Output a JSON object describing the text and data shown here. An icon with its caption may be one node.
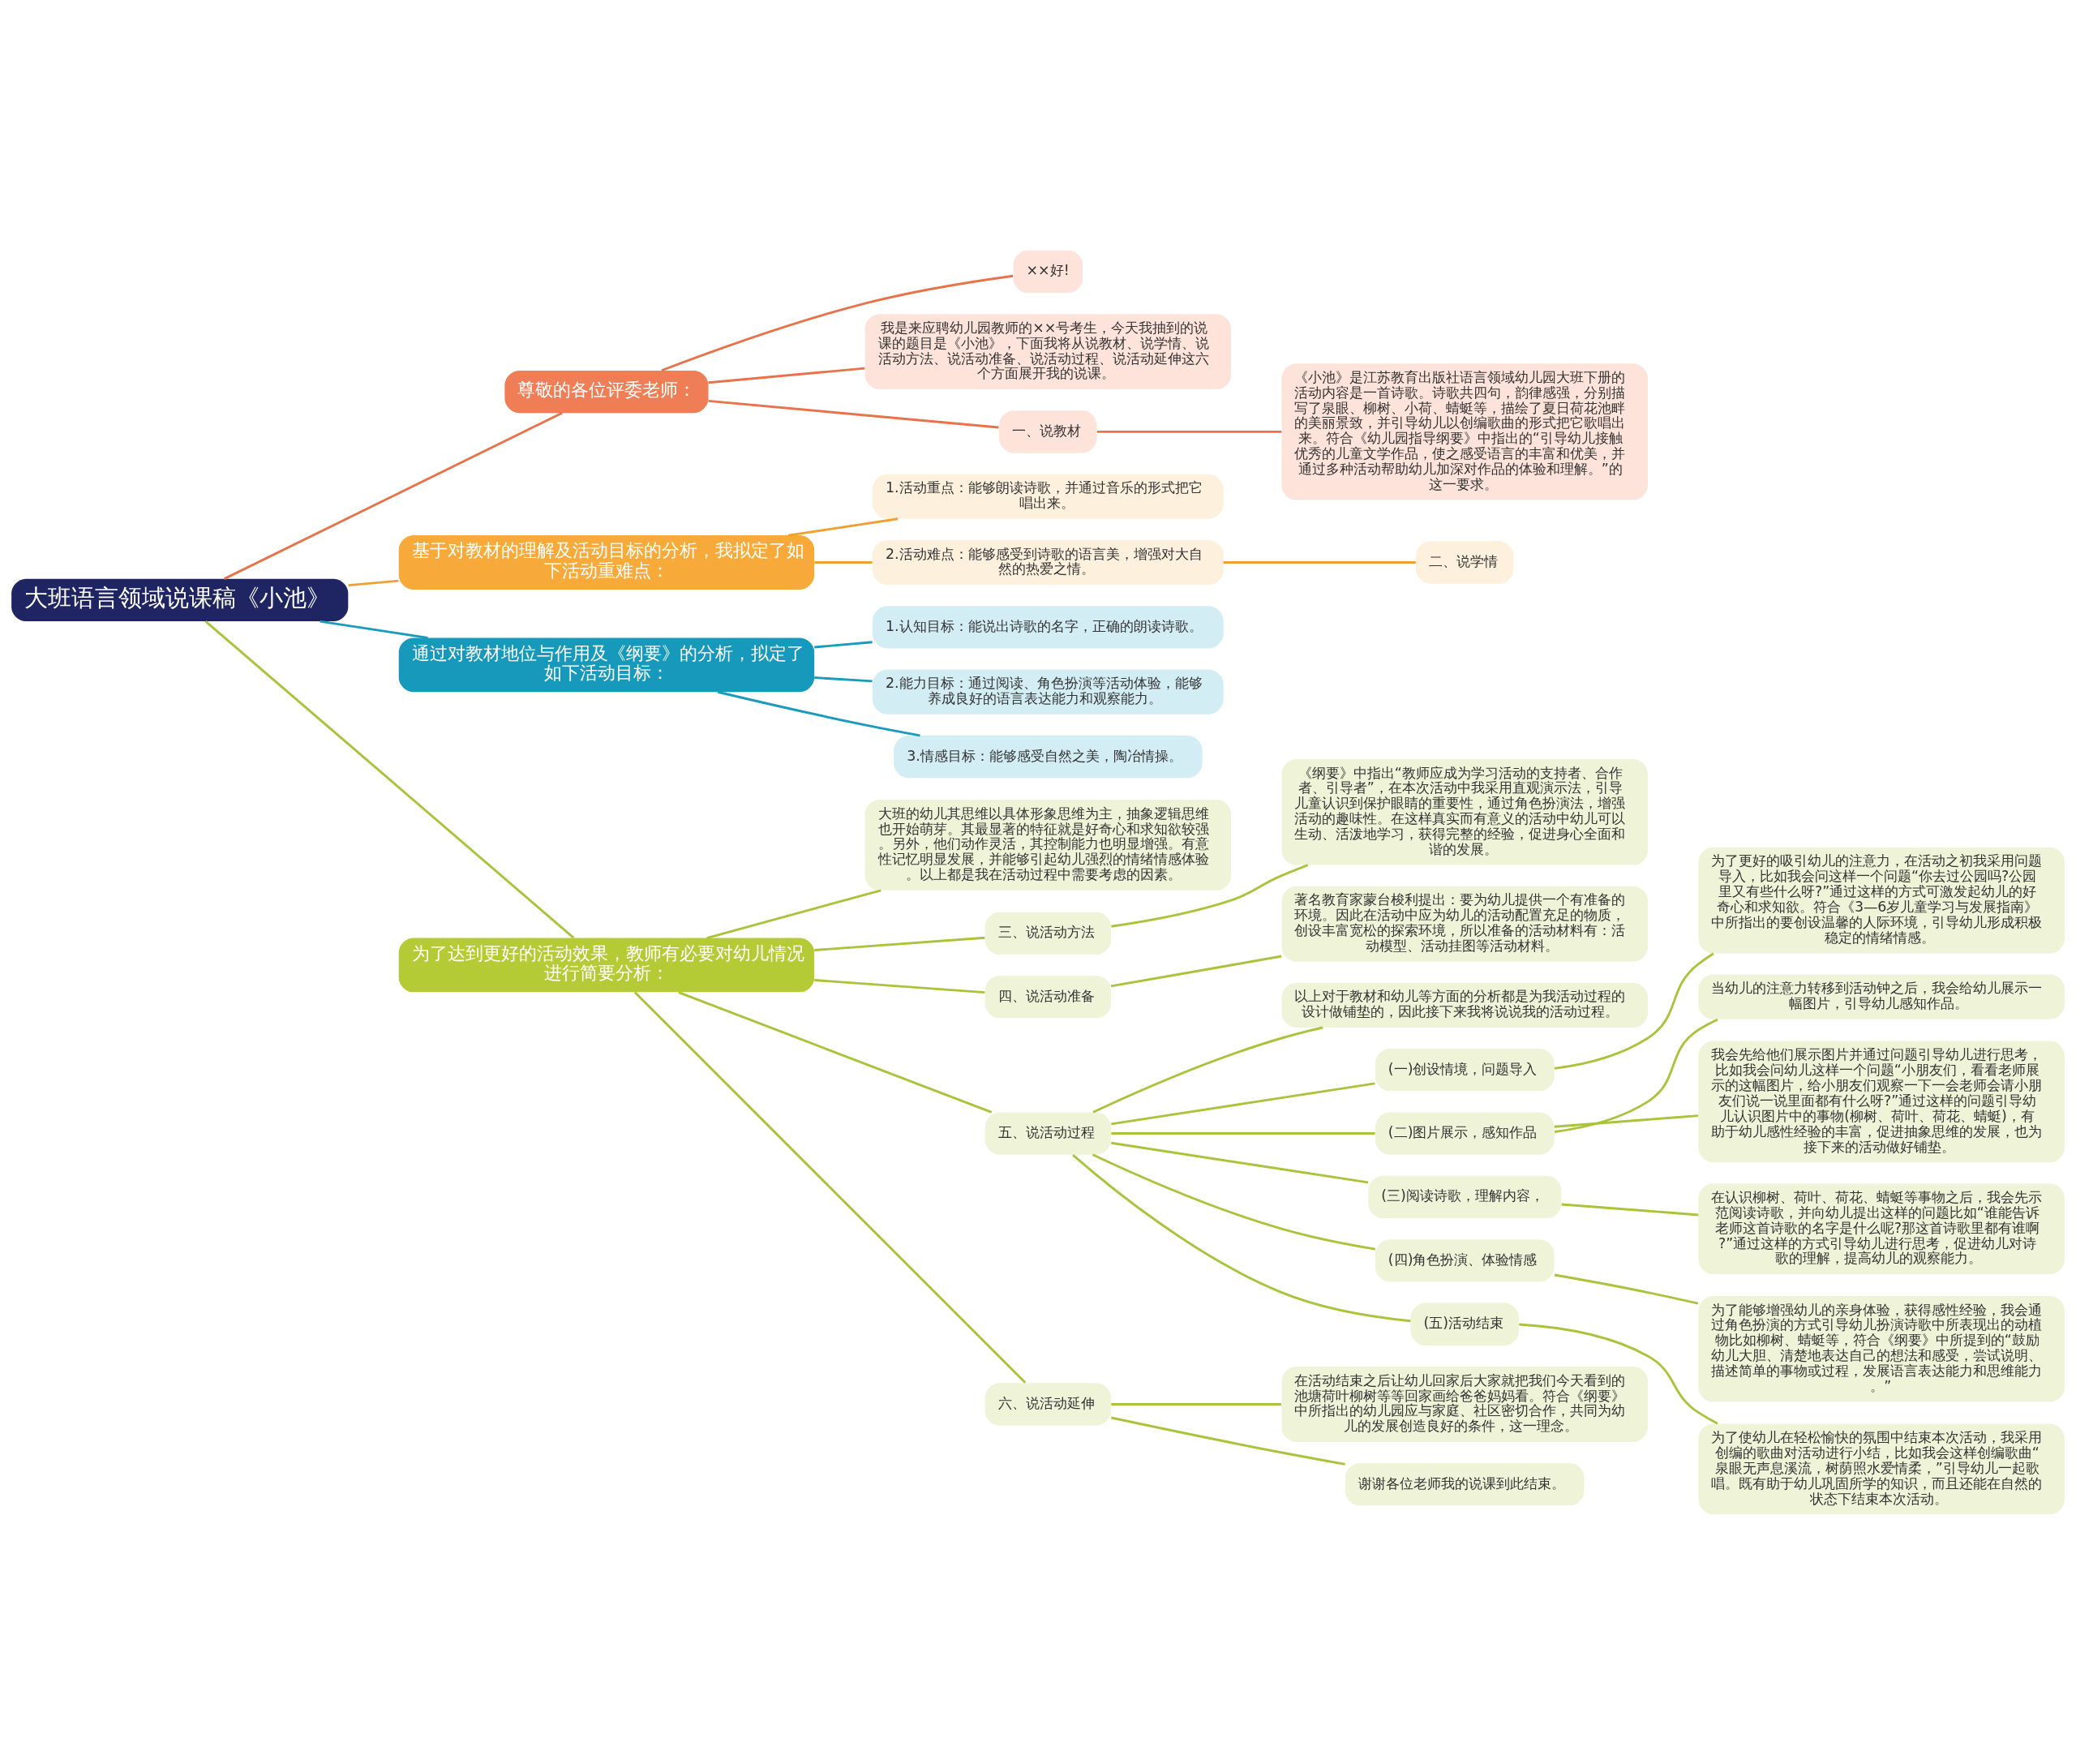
{
  "diagram": {
    "nodes": [
      {
        "text": [
          "大班语言领域说课稿《小池》"
        ]
      },
      {
        "text": [
          "尊敬的各位评委老师："
        ]
      },
      {
        "text": [
          "××好!"
        ]
      },
      {
        "text": [
          "我是来应聘幼儿园教师的××号考生，今天我抽到的说课的题目是《小池》，下面我将从说教材、说学情、说活动方法、说活动准备、说活动过程、说活动延伸这六个方面展开我的说课。"
        ]
      },
      {
        "text": [
          "一、说教材"
        ]
      },
      {
        "text": [
          "《小池》是江苏教育出版社语言领域幼儿园大班下册的活动内容是一首诗歌。诗歌共四句，韵律感强，分别描写了泉眼、柳树、小荷、蜻蜓等，描绘了夏日荷花池畔的美丽景致，并引导幼儿以创编歌曲的形式把它歌唱出来。符合《幼儿园指导纲要》中指出的“引导幼儿接触优秀的儿童文学作品，使之感受语言的丰富和优美，并通过多种活动帮助幼儿加深对作品的体验和理解。”的这一要求。"
        ]
      },
      {
        "text": [
          "基于对教材的理解及活动目标的分析，我拟定了如下活动重难点："
        ]
      },
      {
        "text": [
          "1.活动重点：能够朗读诗歌，并通过音乐的形式把它唱出来。"
        ]
      },
      {
        "text": [
          "2.活动难点：能够感受到诗歌的语言美，增强对大自然的热爱之情。"
        ]
      },
      {
        "text": [
          "二、说学情"
        ]
      },
      {
        "text": [
          "通过对教材地位与作用及《纲要》的分析，拟定了如下活动目标："
        ]
      },
      {
        "text": [
          "1.认知目标：能说出诗歌的名字，正确的朗读诗歌。"
        ]
      },
      {
        "text": [
          "2.能力目标：通过阅读、角色扮演等活动体验，能够养成良好的语言表达能力和观察能力。"
        ]
      },
      {
        "text": [
          "3.情感目标：能够感受自然之美，陶冶情操。"
        ]
      },
      {
        "text": [
          "为了达到更好的活动效果，教师有必要对幼儿情况进行简要分析："
        ]
      },
      {
        "text": [
          "大班的幼儿其思维以具体形象思维为主，抽象逻辑思维也开始萌芽。其最显著的特征就是好奇心和求知欲较强。另外，他们动作灵活，其控制能力也明显增强。有意性记忆明显发展，并能够引起幼儿强烈的情绪情感体验。以上都是我在活动过程中需要考虑的因素。"
        ]
      },
      {
        "text": [
          "三、说活动方法"
        ]
      },
      {
        "text": [
          "《纲要》中指出“教师应成为学习活动的支持者、合作者、引导者”，在本次活动中我采用直观演示法，引导儿童认识到保护眼睛的重要性，通过角色扮演法，增强活动的趣味性。在这样真实而有意义的活动中幼儿可以生动、活泼地学习，获得完整的经验，促进身心全面和谐的发展。"
        ]
      },
      {
        "text": [
          "四、说活动准备"
        ]
      },
      {
        "text": [
          "著名教育家蒙台梭利提出：要为幼儿提供一个有准备的环境。因此在活动中应为幼儿的活动配置充足的物质，创设丰富宽松的探索环境，所以准备的活动材料有：活动模型、活动挂图等活动材料。"
        ]
      },
      {
        "text": [
          "五、说活动过程"
        ]
      },
      {
        "text": [
          "以上对于教材和幼儿等方面的分析都是为我活动过程的设计做铺垫的，因此接下来我将说说我的活动过程。"
        ]
      },
      {
        "text": [
          "(一)创设情境，问题导入"
        ]
      },
      {
        "text": [
          "为了更好的吸引幼儿的注意力，在活动之初我采用问题导入，比如我会问这样一个问题“你去过公园吗?公园里又有些什么呀?”通过这样的方式可激发起幼儿的好奇心和求知欲。符合《3—6岁儿童学习与发展指南》中所指出的要创设温馨的人际环境，引导幼儿形成积极稳定的情绪情感。"
        ]
      },
      {
        "text": [
          "(二)图片展示，感知作品"
        ]
      },
      {
        "text": [
          "当幼儿的注意力转移到活动钟之后，我会给幼儿展示一幅图片，引导幼儿感知作品。"
        ]
      },
      {
        "text": [
          "我会先给他们展示图片并通过问题引导幼儿进行思考，比如我会问幼儿这样一个问题“小朋友们，看看老师展示的这幅图片，给小朋友们观察一下一会老师会请小朋友们说一说里面都有什么呀?”通过这样的问题引导幼儿认识图片中的事物(柳树、荷叶、荷花、蜻蜓)，有助于幼儿感性经验的丰富，促进抽象思维的发展，也为接下来的活动做好铺垫。"
        ]
      },
      {
        "text": [
          "(三)阅读诗歌，理解内容，"
        ]
      },
      {
        "text": [
          "在认识柳树、荷叶、荷花、蜻蜓等事物之后，我会先示范阅读诗歌，并向幼儿提出这样的问题比如“谁能告诉老师这首诗歌的名字是什么呢?那这首诗歌里都有谁啊?”通过这样的方式引导幼儿进行思考，促进幼儿对诗歌的理解，提高幼儿的观察能力。"
        ]
      },
      {
        "text": [
          "(四)角色扮演、体验情感"
        ]
      },
      {
        "text": [
          "为了能够增强幼儿的亲身体验，获得感性经验，我会通过角色扮演的方式引导幼儿扮演诗歌中所表现出的动植物比如柳树、蜻蜓等，符合《纲要》中所提到的“鼓励幼儿大胆、清楚地表达自己的想法和感受，尝试说明、描述简单的事物或过程，发展语言表达能力和思维能力。”"
        ]
      },
      {
        "text": [
          "(五)活动结束"
        ]
      },
      {
        "text": [
          "为了使幼儿在轻松愉快的氛围中结束本次活动，我采用创编的歌曲对活动进行小结，比如我会这样创编歌曲“泉眼无声息溪流，树荫照水爱情柔，”引导幼儿一起歌唱。既有助于幼儿巩固所学的知识，而且还能在自然的状态下结束本次活动。"
        ]
      },
      {
        "text": [
          "六、说活动延伸"
        ]
      },
      {
        "text": [
          "在活动结束之后让幼儿回家后大家就把我们今天看到的池塘荷叶柳树等等回家画给爸爸妈妈看。符合《纲要》中所指出的幼儿园应与家庭、社区密切合作，共同为幼儿的发展创造良好的条件，这一理念。"
        ]
      },
      {
        "text": [
          "谢谢各位老师我的说课到此结束。"
        ]
      }
    ],
    "edges": [
      {
        "from": 0,
        "to": 1,
        "arrow": "none",
        "color": "#e8734a"
      },
      {
        "from": 1,
        "to": 2,
        "arrow": "none",
        "color": "#e8734a"
      },
      {
        "from": 1,
        "to": 3,
        "arrow": "none",
        "color": "#e8734a"
      },
      {
        "from": 1,
        "to": 4,
        "arrow": "none",
        "color": "#e8734a"
      },
      {
        "from": 4,
        "to": 5,
        "arrow": "none",
        "color": "#e8734a"
      },
      {
        "from": 0,
        "to": 6,
        "arrow": "none",
        "color": "#f0a030"
      },
      {
        "from": 6,
        "to": 7,
        "arrow": "none",
        "color": "#f0a030"
      },
      {
        "from": 6,
        "to": 8,
        "arrow": "none",
        "color": "#f0a030"
      },
      {
        "from": 8,
        "to": 9,
        "arrow": "none",
        "color": "#f0a030"
      },
      {
        "from": 0,
        "to": 10,
        "arrow": "none",
        "color": "#1a9bbd"
      },
      {
        "from": 10,
        "to": 11,
        "arrow": "none",
        "color": "#1a9bbd"
      },
      {
        "from": 10,
        "to": 12,
        "arrow": "none",
        "color": "#1a9bbd"
      },
      {
        "from": 10,
        "to": 13,
        "arrow": "none",
        "color": "#1a9bbd"
      },
      {
        "from": 0,
        "to": 14,
        "arrow": "none"
      },
      {
        "from": 14,
        "to": 15,
        "arrow": "none"
      },
      {
        "from": 14,
        "to": 16,
        "arrow": "none"
      },
      {
        "from": 16,
        "to": 17,
        "arrow": "none"
      },
      {
        "from": 14,
        "to": 18,
        "arrow": "none"
      },
      {
        "from": 18,
        "to": 19,
        "arrow": "none"
      },
      {
        "from": 14,
        "to": 20,
        "arrow": "none"
      },
      {
        "from": 20,
        "to": 21,
        "arrow": "none"
      },
      {
        "from": 20,
        "to": 22,
        "arrow": "none"
      },
      {
        "from": 22,
        "to": 23,
        "arrow": "none"
      },
      {
        "from": 20,
        "to": 24,
        "arrow": "none"
      },
      {
        "from": 24,
        "to": 25,
        "arrow": "none"
      },
      {
        "from": 24,
        "to": 26,
        "arrow": "none"
      },
      {
        "from": 20,
        "to": 27,
        "arrow": "none"
      },
      {
        "from": 27,
        "to": 28,
        "arrow": "none"
      },
      {
        "from": 20,
        "to": 29,
        "arrow": "none"
      },
      {
        "from": 29,
        "to": 30,
        "arrow": "none"
      },
      {
        "from": 20,
        "to": 31,
        "arrow": "none"
      },
      {
        "from": 31,
        "to": 32,
        "arrow": "none"
      },
      {
        "from": 14,
        "to": 33,
        "arrow": "none"
      },
      {
        "from": 33,
        "to": 34,
        "arrow": "none"
      },
      {
        "from": 33,
        "to": 35,
        "arrow": "none"
      }
    ]
  }
}
